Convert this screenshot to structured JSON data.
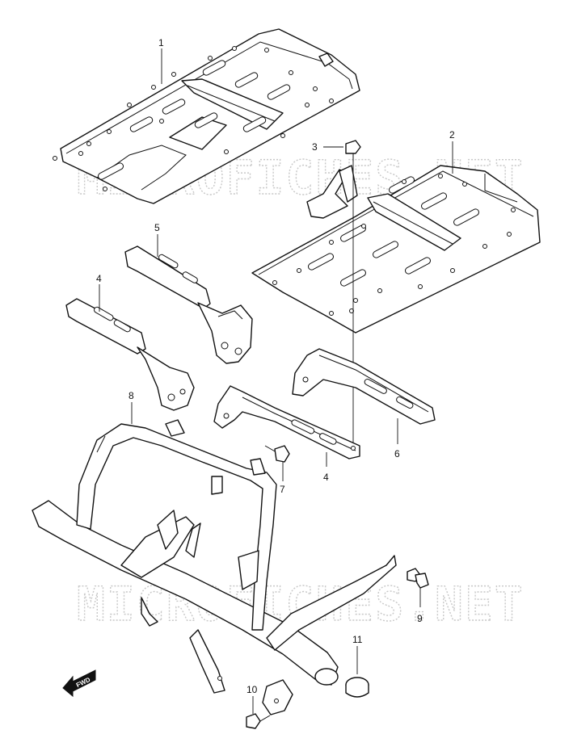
{
  "watermarks": [
    "MICROFICHES.NET",
    "MICROFICHES.NET"
  ],
  "fwd_label": "FWD",
  "callouts": [
    {
      "id": "1",
      "label": "1"
    },
    {
      "id": "2",
      "label": "2"
    },
    {
      "id": "3",
      "label": "3"
    },
    {
      "id": "4a",
      "label": "4"
    },
    {
      "id": "4b",
      "label": "4"
    },
    {
      "id": "5",
      "label": "5"
    },
    {
      "id": "6",
      "label": "6"
    },
    {
      "id": "7",
      "label": "7"
    },
    {
      "id": "8",
      "label": "8"
    },
    {
      "id": "9",
      "label": "9"
    },
    {
      "id": "10",
      "label": "10"
    },
    {
      "id": "11",
      "label": "11"
    }
  ]
}
